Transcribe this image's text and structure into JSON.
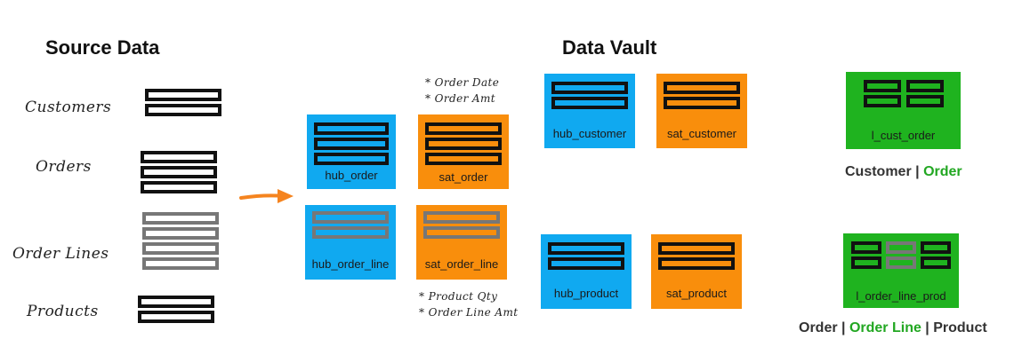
{
  "headings": {
    "source": "Source Data",
    "vault": "Data Vault"
  },
  "sources": [
    "Customers",
    "Orders",
    "Order Lines",
    "Products"
  ],
  "notes": {
    "order": [
      "* Order Date",
      "* Order Amt"
    ],
    "order_line": [
      "* Product Qty",
      "* Order Line Amt"
    ]
  },
  "boxes": {
    "hub_order": "hub_order",
    "sat_order": "sat_order",
    "hub_order_line": "hub_order_line",
    "sat_order_line": "sat_order_line",
    "hub_customer": "hub_customer",
    "sat_customer": "sat_customer",
    "hub_product": "hub_product",
    "sat_product": "sat_product",
    "l_cust_order": "l_cust_order",
    "l_order_line_prod": "l_order_line_prod"
  },
  "links": {
    "cust_order": {
      "a": "Customer",
      "sep": " | ",
      "b": "Order"
    },
    "order_line_prod": {
      "a": "Order",
      "sep1": " | ",
      "b": "Order Line",
      "sep2": " | ",
      "c": "Product"
    }
  },
  "colors": {
    "hub": "#10a9f0",
    "sat": "#f98e0c",
    "link": "#1fb31f",
    "highlight": "#22a722",
    "arrow": "#f5841f"
  }
}
